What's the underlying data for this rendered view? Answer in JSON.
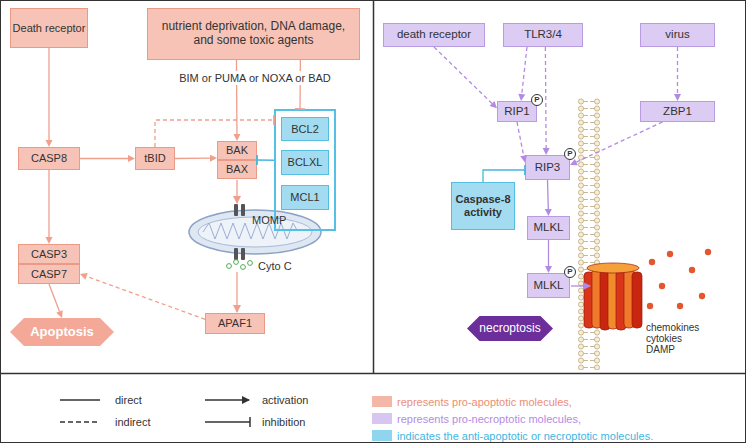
{
  "diagram": {
    "nodes": [
      {
        "text": [
          "Death receptor"
        ]
      },
      {
        "text": [
          "nutrient deprivation, DNA damage, and some toxic agents"
        ]
      },
      {
        "text": [
          "CASP8"
        ]
      },
      {
        "text": [
          "tBID"
        ]
      },
      {
        "text": [
          "BAK"
        ]
      },
      {
        "text": [
          "BAX"
        ]
      },
      {
        "text": []
      },
      {
        "text": [
          "BCL2"
        ],
        "in": 6
      },
      {
        "text": [
          "BCLXL"
        ],
        "in": 6
      },
      {
        "text": [
          "MCL1"
        ],
        "in": 6
      },
      {
        "text": [
          "CASP3"
        ]
      },
      {
        "text": [
          "CASP7"
        ]
      },
      {
        "text": [
          "APAF1"
        ]
      },
      {
        "text": [
          "Apoptosis"
        ]
      },
      {
        "text": [
          "death receptor"
        ]
      },
      {
        "text": [
          "TLR3/4"
        ]
      },
      {
        "text": [
          "virus"
        ]
      },
      {
        "text": [
          "RIP1"
        ]
      },
      {
        "text": [
          "ZBP1"
        ]
      },
      {
        "text": [
          "RIP3"
        ]
      },
      {
        "text": [
          "Caspase-8 activity"
        ]
      },
      {
        "text": [
          "MLKL"
        ]
      },
      {
        "text": [
          "MLKL"
        ]
      },
      {
        "text": [
          "necroptosis"
        ]
      }
    ],
    "edges": [
      {
        "from": 1,
        "to": 4,
        "label": "BIM or PUMA or NOXA or BAD",
        "arrow": "to"
      },
      {
        "from": 1,
        "to": 6,
        "arrow": "to"
      },
      {
        "from": 0,
        "to": 2,
        "arrow": "to"
      },
      {
        "from": 2,
        "to": 3,
        "arrow": "to"
      },
      {
        "from": 2,
        "to": 10,
        "arrow": "to"
      },
      {
        "from": 3,
        "to": 4,
        "arrow": "to"
      },
      {
        "from": 3,
        "to": 6,
        "arrow": "to"
      },
      {
        "from": 6,
        "to": 4,
        "arrow": "to"
      },
      {
        "from": 12,
        "to": 11,
        "arrow": "to"
      },
      {
        "from": 11,
        "to": 13,
        "arrow": "to"
      },
      {
        "from": 14,
        "to": 17,
        "arrow": "to"
      },
      {
        "from": 15,
        "to": 17,
        "arrow": "to"
      },
      {
        "from": 15,
        "to": 19,
        "arrow": "to"
      },
      {
        "from": 16,
        "to": 18,
        "arrow": "to"
      },
      {
        "from": 17,
        "to": 19,
        "arrow": "to"
      },
      {
        "from": 18,
        "to": 19,
        "arrow": "to"
      },
      {
        "from": 20,
        "to": 19,
        "arrow": "to"
      },
      {
        "from": 19,
        "to": 21,
        "arrow": "to"
      },
      {
        "from": 21,
        "to": 22,
        "arrow": "to"
      }
    ],
    "labels": [
      "MOMP",
      "Cyto C",
      "P",
      "P",
      "P",
      "chemokines cytokies DAMP"
    ],
    "legend": [
      {
        "text": "direct"
      },
      {
        "text": "indirect"
      },
      {
        "text": "activation"
      },
      {
        "text": "inhibition"
      },
      {
        "text": "represents pro-apoptotic molecules,",
        "color": "#f4b6a6"
      },
      {
        "text": "represents pro-necroptotic molecules,",
        "color": "#d8c5f1"
      },
      {
        "text": "indicates the anti-apoptotic or necroptotic molecules.",
        "color": "#8fd5ee"
      }
    ]
  }
}
